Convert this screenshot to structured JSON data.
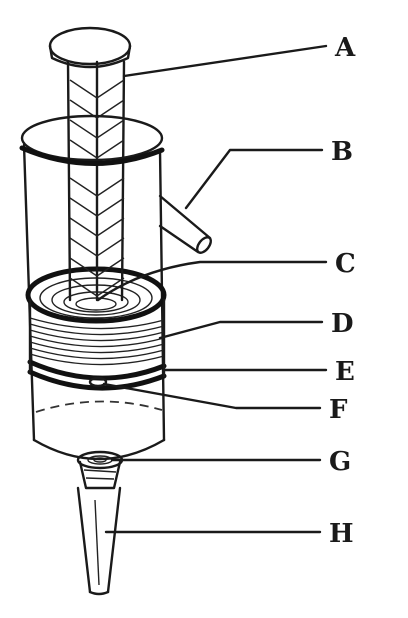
{
  "labels": [
    {
      "key": "plunger-head",
      "text": "A"
    },
    {
      "key": "side-nozzle",
      "text": "B"
    },
    {
      "key": "ring-top",
      "text": "C"
    },
    {
      "key": "coil-packing",
      "text": "D"
    },
    {
      "key": "ring-bottom",
      "text": "E"
    },
    {
      "key": "bottom-hole",
      "text": "F"
    },
    {
      "key": "outlet-opening",
      "text": "G"
    },
    {
      "key": "outlet-tube",
      "text": "H"
    }
  ],
  "colors": {
    "ink": "#1a1a1a",
    "paper": "#ffffff"
  }
}
